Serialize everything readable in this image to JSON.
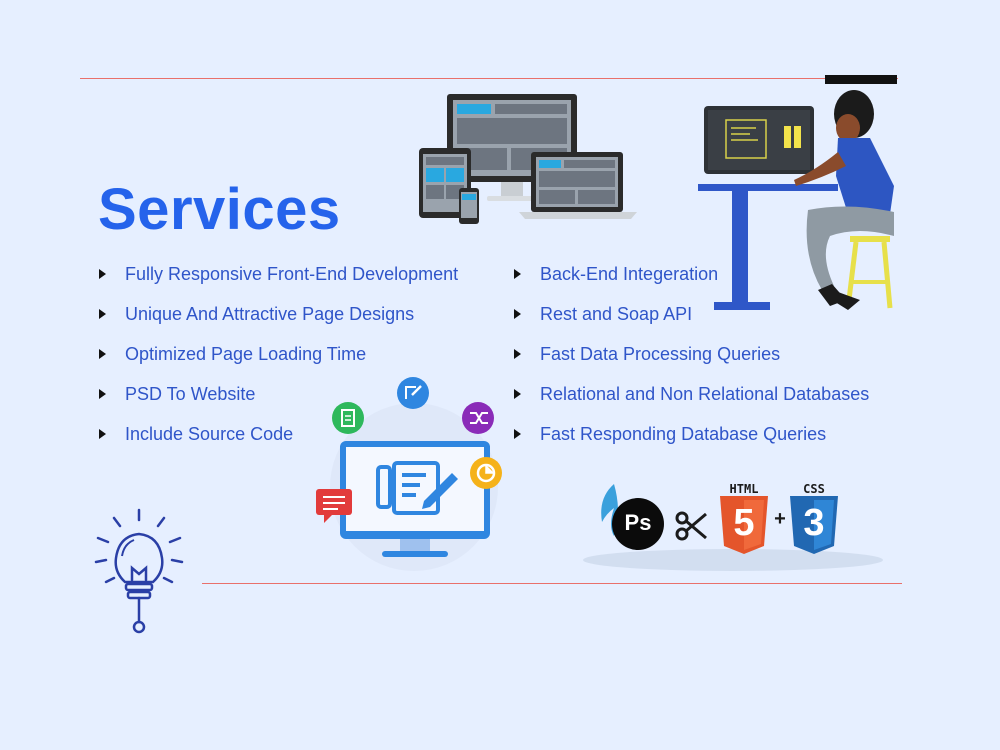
{
  "page": {
    "title": "Services",
    "accent_color": "#2563eb",
    "rule_color": "#e9706b"
  },
  "services_left": [
    "Fully Responsive Front-End Development",
    "Unique And Attractive Page Designs",
    "Optimized Page Loading Time",
    "PSD To Website",
    "Include Source Code"
  ],
  "services_right": [
    "Back-End Integeration",
    "Rest and Soap API",
    "Fast Data Processing Queries",
    "Relational and Non Relational Databases",
    "Fast Responding Database Queries"
  ],
  "icons": {
    "devices": "responsive-devices-icon",
    "developer": "developer-at-desk-illustration",
    "monitor": "monitor-edit-illustration",
    "bulb": "lightbulb-icon",
    "tools": "ps-html-css-logos"
  },
  "logos": {
    "ps": "Ps",
    "html": "HTML",
    "html_num": "5",
    "css": "CSS",
    "css_num": "3",
    "plus": "+"
  }
}
